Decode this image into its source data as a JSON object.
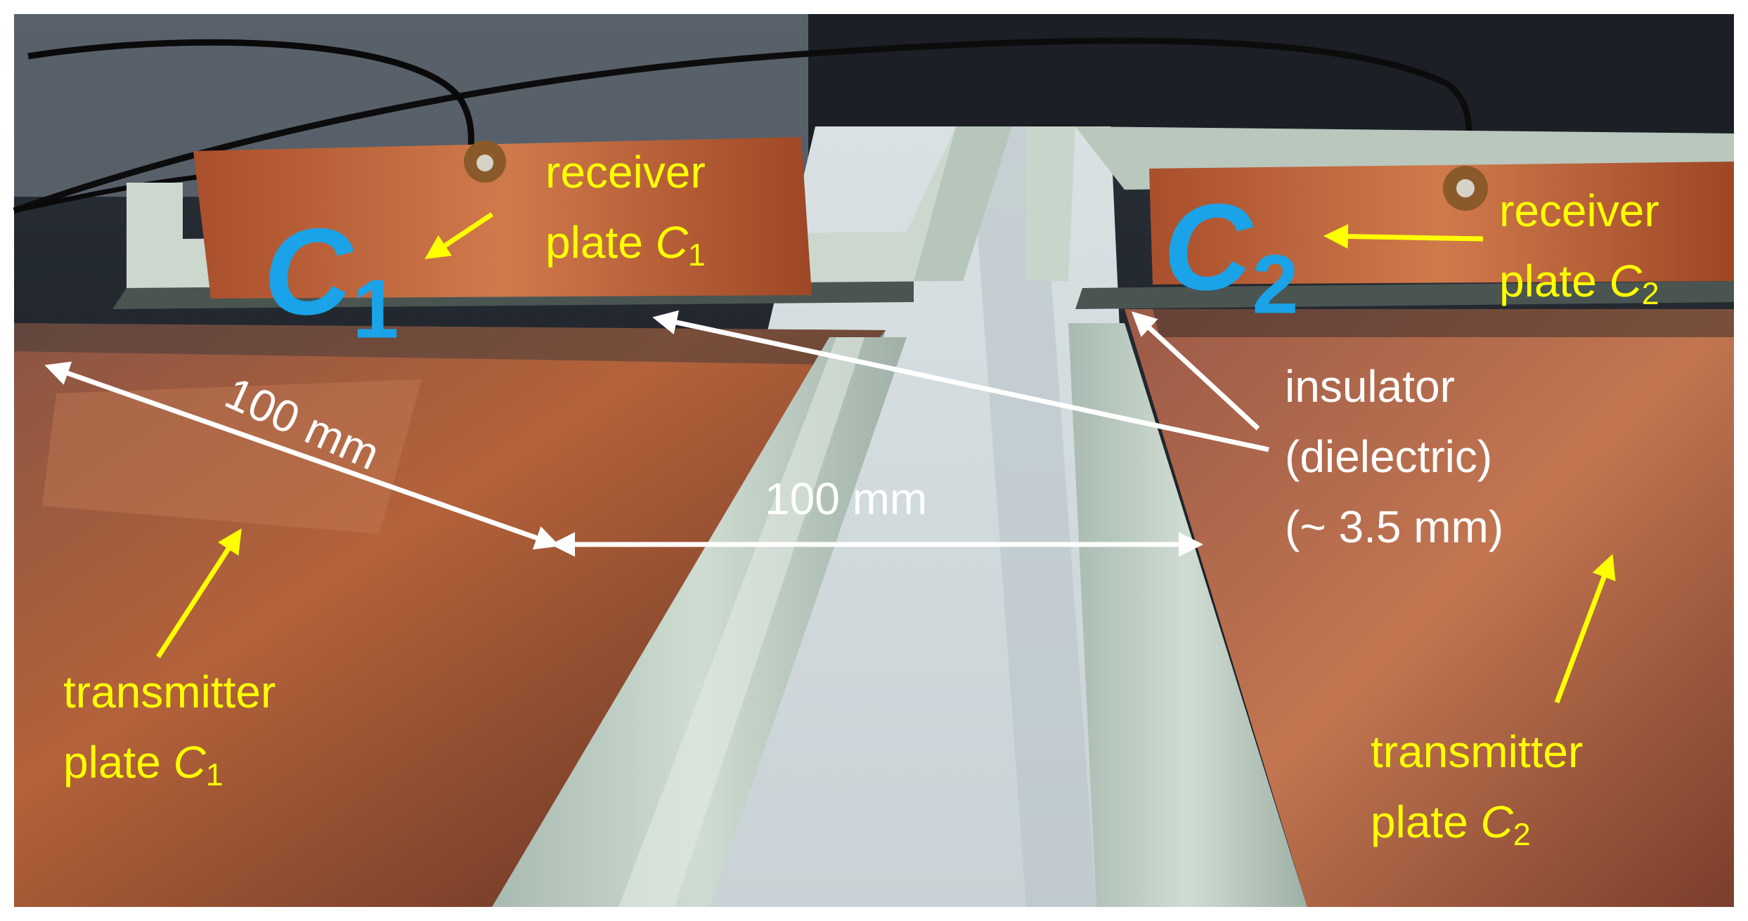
{
  "photo": {
    "colors": {
      "copper": "#b4623a",
      "fiberglass": "#c9d6cd",
      "channel": "#dde4e6",
      "background": "#1f252c",
      "label_yellow": "#ffff00",
      "label_white": "#ffffff",
      "cap_symbol_blue": "#1aa3e8"
    }
  },
  "labels": {
    "receiver_c1": {
      "line1": "receiver",
      "line2_prefix": "plate ",
      "sym": "C",
      "sub": "1"
    },
    "receiver_c2": {
      "line1": "receiver",
      "line2_prefix": "plate ",
      "sym": "C",
      "sub": "2"
    },
    "transmitter_c1": {
      "line1": "transmitter",
      "line2_prefix": "plate ",
      "sym": "C",
      "sub": "1"
    },
    "transmitter_c2": {
      "line1": "transmitter",
      "line2_prefix": "plate ",
      "sym": "C",
      "sub": "2"
    },
    "insulator": {
      "line1": "insulator",
      "line2": "(dielectric)",
      "line3": "(~ 3.5 mm)"
    },
    "dim_diagonal": "100 mm",
    "dim_horizontal": "100 mm",
    "big_c1": {
      "sym": "C",
      "sub": "1"
    },
    "big_c2": {
      "sym": "C",
      "sub": "2"
    }
  }
}
